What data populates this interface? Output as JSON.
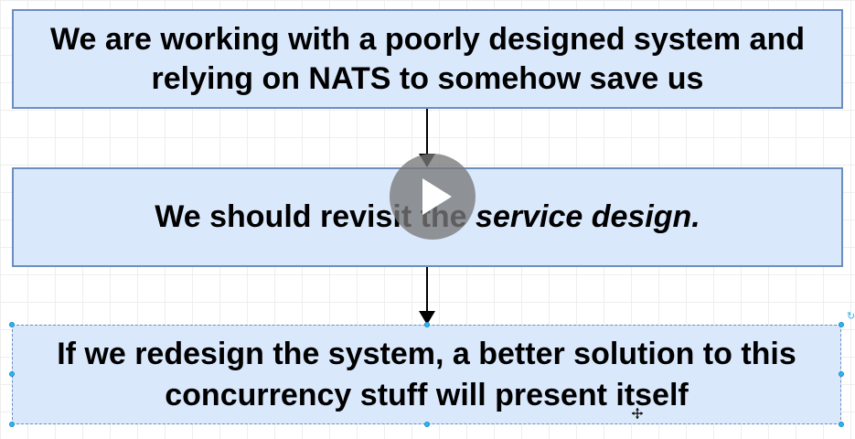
{
  "diagram": {
    "boxes": [
      {
        "text_line1": "We are working with a poorly designed system and",
        "text_line2": "relying on NATS to somehow save us"
      },
      {
        "text_prefix": "We should revisit the ",
        "text_emphasis": "service design."
      },
      {
        "text_line1": "If we redesign the system, a better solution to this",
        "text_line2": "concurrency stuff will present itself"
      }
    ]
  },
  "colors": {
    "box_fill": "#dae8fc",
    "box_stroke": "#6c8ebf",
    "selection_handle": "#29b6f2",
    "connector": "#000000"
  },
  "icons": {
    "play": "play-icon",
    "rotate": "rotate-handle-icon",
    "move": "move-cursor-icon"
  }
}
